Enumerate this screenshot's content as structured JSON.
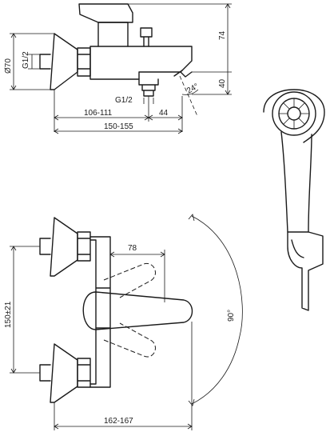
{
  "top_view": {
    "dims": {
      "diam": "Ø70",
      "g_left": "G1/2",
      "g_bottom": "G1/2",
      "h_total": "74",
      "h_spout": "40",
      "d_106": "106-111",
      "d_44": "44",
      "d_150": "150-155",
      "angle": "24°"
    }
  },
  "front_view": {
    "dims": {
      "d_78": "78",
      "d_150": "150±21",
      "angle": "90°",
      "d_162": "162-167"
    }
  }
}
